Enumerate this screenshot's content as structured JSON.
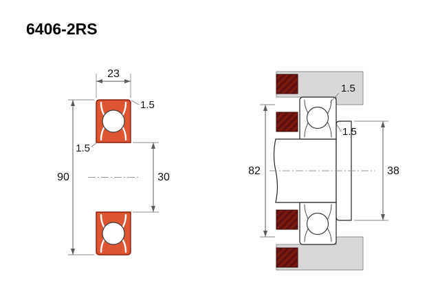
{
  "title": "6406-2RS",
  "cross_section_view": {
    "dims": {
      "width": "23",
      "outer_diameter": "90",
      "bore_diameter": "30",
      "chamfer_outer": "1.5",
      "chamfer_inner": "1.5"
    }
  },
  "mounting_view": {
    "dims": {
      "housing_abutment_diameter": "82",
      "shaft_abutment_diameter": "38",
      "fillet_housing": "1.5",
      "fillet_shaft": "1.5"
    }
  },
  "colors": {
    "seal_orange": "#dd5531",
    "seal_outline": "#8a1c0d",
    "abutment_dark": "#5e0f0f",
    "abutment_stripe": "#7c1a12",
    "housing_gray": "#d8d8d8",
    "drawing_line": "#232323",
    "dim_line": "#5a5a5a"
  }
}
